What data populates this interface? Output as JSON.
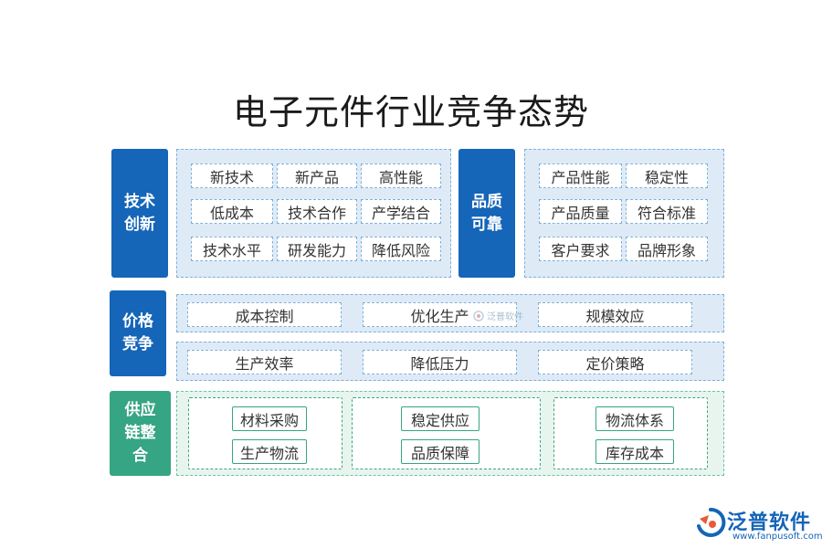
{
  "title": "电子元件行业竞争态势",
  "sections": {
    "tech": {
      "label_line1": "技术",
      "label_line2": "创新",
      "items": [
        "新技术",
        "新产品",
        "高性能",
        "低成本",
        "技术合作",
        "产学结合",
        "技术水平",
        "研发能力",
        "降低风险"
      ]
    },
    "quality": {
      "label_line1": "品质",
      "label_line2": "可靠",
      "items": [
        "产品性能",
        "稳定性",
        "产品质量",
        "符合标准",
        "客户要求",
        "品牌形象"
      ]
    },
    "price": {
      "label_line1": "价格",
      "label_line2": "竞争",
      "row1": [
        "成本控制",
        "优化生产",
        "规模效应"
      ],
      "row2": [
        "生产效率",
        "降低压力",
        "定价策略"
      ]
    },
    "supply": {
      "label_line1": "供应",
      "label_line2": "链整",
      "label_line3": "合",
      "groups": [
        [
          "材料采购",
          "生产物流"
        ],
        [
          "稳定供应",
          "品质保障"
        ],
        [
          "物流体系",
          "库存成本"
        ]
      ]
    }
  },
  "watermark": "泛普软件",
  "logo": {
    "name": "泛普软件",
    "url": "www.fanpusoft.com"
  },
  "colors": {
    "blue": "#1565b8",
    "green": "#36a583",
    "panel_blue": "#deebf7",
    "panel_green": "#e7f5ee"
  }
}
